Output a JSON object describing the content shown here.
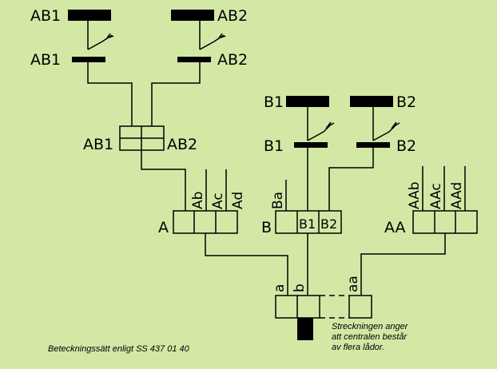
{
  "colors": {
    "background": "#d4e8a6",
    "ink": "#000000"
  },
  "top_left": {
    "bus_label": "AB1",
    "switch_label": "AB1"
  },
  "top_right": {
    "bus_label": "AB2",
    "switch_label": "AB2"
  },
  "ab_box": {
    "left_label": "AB1",
    "right_label": "AB2"
  },
  "b_group": {
    "bus1_label": "B1",
    "bus2_label": "B2",
    "switch1_label": "B1",
    "switch2_label": "B2",
    "branch_label": "Ba",
    "box_label": "B",
    "cell1": "B1",
    "cell2": "B2"
  },
  "a_box": {
    "label": "A",
    "cols": [
      "Ab",
      "Ac",
      "Ad"
    ]
  },
  "aa_box": {
    "label": "AA",
    "cols": [
      "AAb",
      "AAc",
      "AAd"
    ]
  },
  "central": {
    "cols": [
      "a",
      "b",
      "aa"
    ]
  },
  "note": [
    "Streckningen anger",
    "att centralen består",
    "av flera lådor."
  ],
  "caption": "Beteckningssätt enligt SS 437 01 40"
}
